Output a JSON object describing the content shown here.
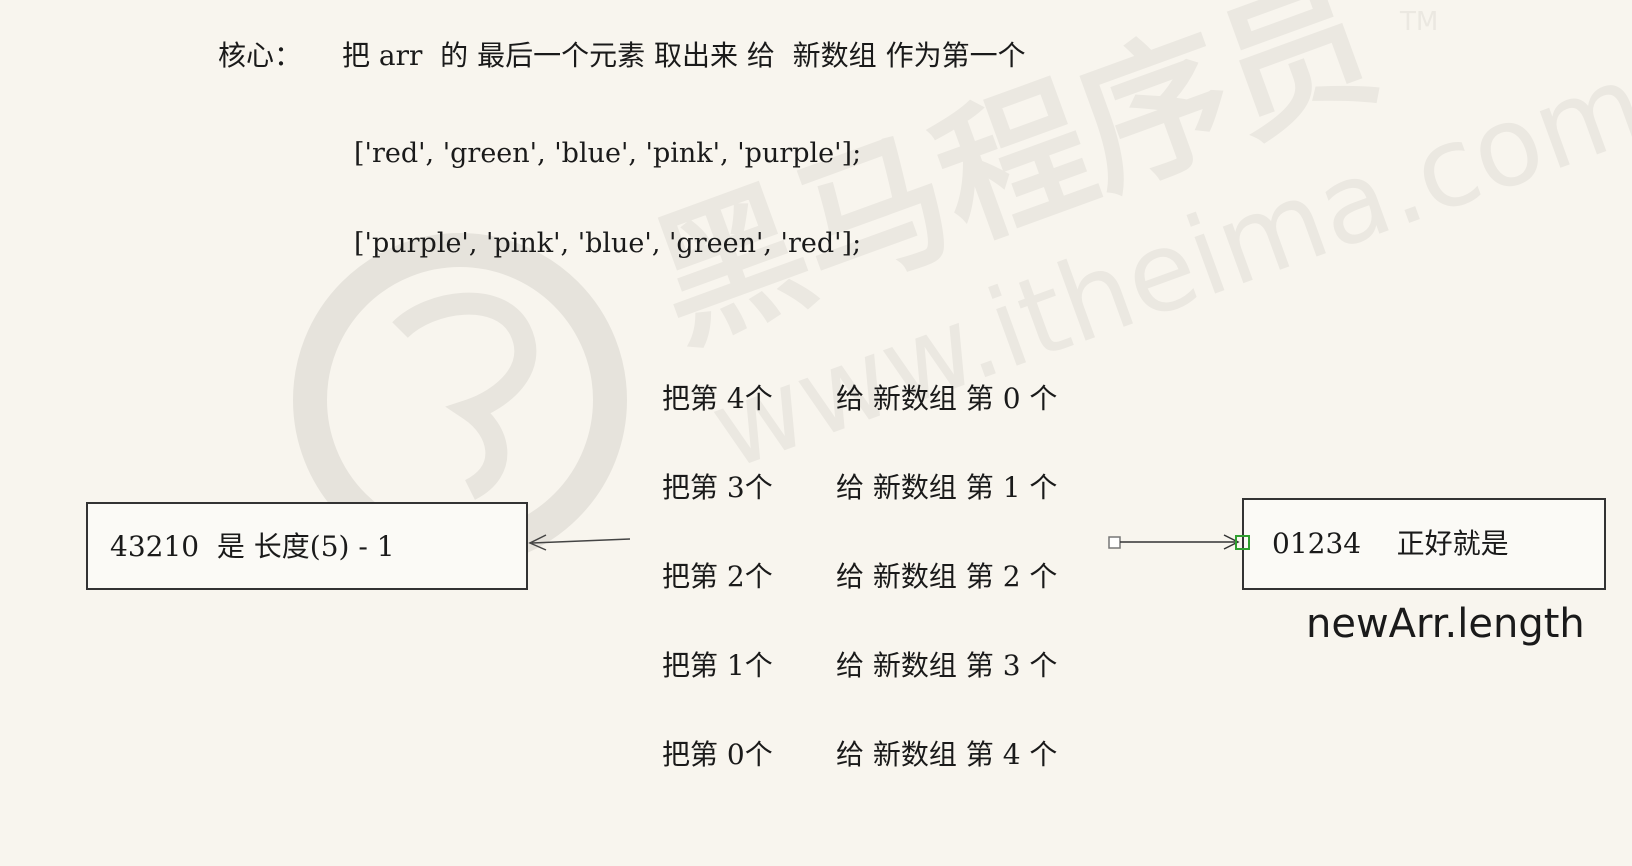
{
  "header": {
    "core_label": "核心：",
    "core_text": "把 arr  的 最后一个元素 取出来 给  新数组 作为第一个"
  },
  "arrays": {
    "original": "['red', 'green', 'blue', 'pink', 'purple'];",
    "reversed": "['purple', 'pink', 'blue', 'green', 'red'];"
  },
  "steps": [
    {
      "from": "把第 4个",
      "to": "给 新数组 第 0 个"
    },
    {
      "from": "把第 3个",
      "to": "给 新数组 第 1 个"
    },
    {
      "from": "把第 2个",
      "to": "给 新数组 第 2 个"
    },
    {
      "from": "把第 1个",
      "to": "给 新数组 第 3 个"
    },
    {
      "from": "把第 0个",
      "to": "给 新数组 第 4 个"
    }
  ],
  "left_box": {
    "text": "43210  是 长度(5) - 1"
  },
  "right_box": {
    "text": "01234    正好就是",
    "caption": "newArr.length"
  },
  "watermark": {
    "brand": "黑马程序员",
    "url": "www.itheima.com",
    "tm": "TM"
  },
  "colors": {
    "background": "#f8f5ee",
    "text": "#1a1a1a",
    "connector_green": "#2e9e2e",
    "watermark": "#e6e3dc"
  }
}
